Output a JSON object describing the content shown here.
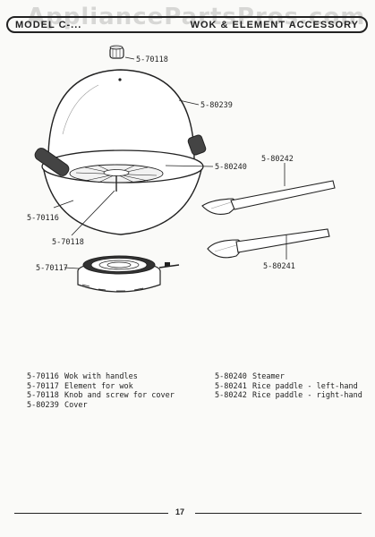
{
  "header": {
    "model_label": "MODEL C-...",
    "section_title": "WOK & ELEMENT ACCESSORY"
  },
  "watermark": "AppliancePartsPros.com",
  "callouts": {
    "knob": "5-70118",
    "cover": "5-80239",
    "steamer": "5-80240",
    "wok": "5-70116",
    "knob_screw": "5-70118",
    "element": "5-70117",
    "paddle_right": "5-80242",
    "paddle_left": "5-80241"
  },
  "legend_left": [
    {
      "num": "5-70116",
      "desc": "Wok with handles"
    },
    {
      "num": "5-70117",
      "desc": "Element for wok"
    },
    {
      "num": "5-70118",
      "desc": "Knob and screw for cover"
    },
    {
      "num": "5-80239",
      "desc": "Cover"
    }
  ],
  "legend_right": [
    {
      "num": "5-80240",
      "desc": "Steamer"
    },
    {
      "num": "5-80241",
      "desc": "Rice paddle - left-hand"
    },
    {
      "num": "5-80242",
      "desc": "Rice paddle - right-hand"
    }
  ],
  "page_number": "17"
}
